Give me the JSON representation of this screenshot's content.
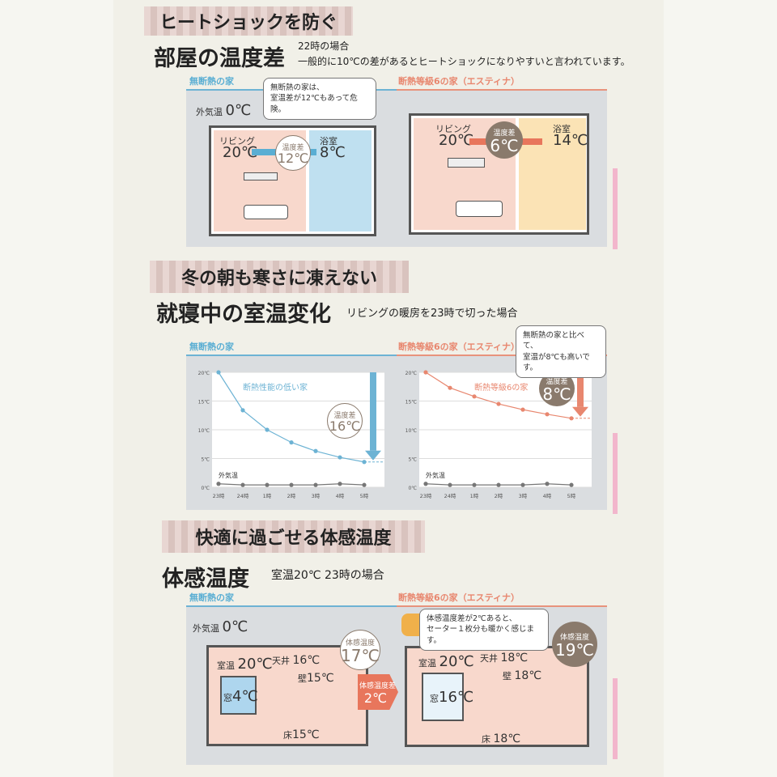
{
  "section1": {
    "heading": "ヒートショックを防ぐ",
    "title": "部屋の温度差",
    "note1": "22時の場合",
    "note2": "一般的に10℃の差があるとヒートショックになりやすいと言われています。",
    "left_label": "無断熱の家",
    "right_label": "断熱等級6の家（エスティナ）",
    "bubble": [
      "無断熱の家は、",
      "室温差が12℃もあって危険。"
    ],
    "outside": "外気温",
    "outside_temp": "0℃",
    "left": {
      "living": "リビング",
      "living_temp": "20℃",
      "bath": "浴室",
      "bath_temp": "8℃",
      "diff_label": "温度差",
      "diff": "12℃"
    },
    "right": {
      "living": "リビング",
      "living_temp": "20℃",
      "bath": "浴室",
      "bath_temp": "14℃",
      "diff_label": "温度差",
      "diff": "6℃"
    }
  },
  "section2": {
    "heading": "冬の朝も寒さに凍えない",
    "title": "就寝中の室温変化",
    "note": "リビングの暖房を23時で切った場合",
    "left_label": "無断熱の家",
    "right_label": "断熱等級6の家（エスティナ）",
    "bubble": [
      "無断熱の家と比べて、",
      "室温が8℃も高いです。"
    ],
    "left_diff_label": "温度差",
    "left_diff": "16℃",
    "right_diff_label": "温度差",
    "right_diff": "8℃"
  },
  "chart_data": [
    {
      "type": "line",
      "categories": [
        "23時",
        "24時",
        "1時",
        "2時",
        "3時",
        "4時",
        "5時"
      ],
      "yticks": [
        "0℃",
        "5℃",
        "10℃",
        "15℃",
        "20℃"
      ],
      "ylim": [
        0,
        20
      ],
      "grid": true,
      "series": [
        {
          "name": "断熱性能の低い家",
          "values": [
            20,
            13.4,
            10,
            7.8,
            6.3,
            5.2,
            4.4
          ],
          "color": "#6db3d4"
        },
        {
          "name": "外気温",
          "values": [
            0.6,
            0.4,
            0.4,
            0.4,
            0.4,
            0.6,
            0.4
          ],
          "color": "#777777"
        }
      ]
    },
    {
      "type": "line",
      "categories": [
        "23時",
        "24時",
        "1時",
        "2時",
        "3時",
        "4時",
        "5時"
      ],
      "yticks": [
        "0℃",
        "5℃",
        "10℃",
        "15℃",
        "20℃"
      ],
      "ylim": [
        0,
        20
      ],
      "grid": true,
      "series": [
        {
          "name": "断熱等級6の家",
          "values": [
            20,
            17.3,
            15.8,
            14.5,
            13.5,
            12.7,
            12
          ],
          "color": "#e8876f"
        },
        {
          "name": "外気温",
          "values": [
            0.6,
            0.4,
            0.4,
            0.4,
            0.4,
            0.6,
            0.4
          ],
          "color": "#777777"
        }
      ]
    }
  ],
  "section3": {
    "heading": "快適に過ごせる体感温度",
    "title": "体感温度",
    "note": "室温20℃ 23時の場合",
    "left_label": "無断熱の家",
    "right_label": "断熱等級6の家（エスティナ）",
    "outside": "外気温",
    "outside_temp": "0℃",
    "bubble": [
      "体感温度差が2℃あると、",
      "セーター１枚分も暖かく感じます。"
    ],
    "diff_label": "体感温度差",
    "diff": "2℃",
    "left": {
      "feel_label": "体感温度",
      "feel": "17℃",
      "room": "室温",
      "room_temp": "20℃",
      "ceiling": "天井",
      "ceiling_temp": "16℃",
      "wall": "壁",
      "wall_temp": "15℃",
      "window": "窓",
      "window_temp": "4℃",
      "floor": "床",
      "floor_temp": "15℃"
    },
    "right": {
      "feel_label": "体感温度",
      "feel": "19℃",
      "room": "室温",
      "room_temp": "20℃",
      "ceiling": "天井",
      "ceiling_temp": "18℃",
      "wall": "壁",
      "wall_temp": "18℃",
      "window": "窓",
      "window_temp": "16℃",
      "floor": "床",
      "floor_temp": "18℃"
    }
  }
}
